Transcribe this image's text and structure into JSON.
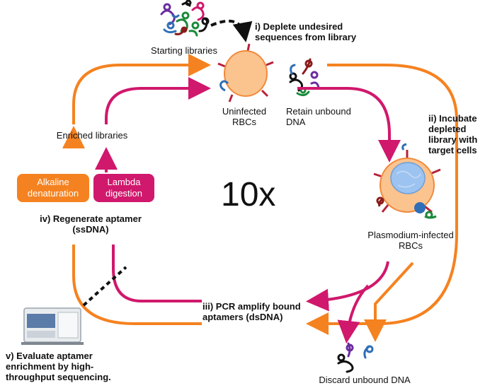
{
  "colors": {
    "orange": "#F58220",
    "magenta": "#D0186C",
    "cell_fill": "#FBC38E",
    "cell_outline": "#F08A3C",
    "nucleus": "#9DC3F0"
  },
  "labels": {
    "starting_libraries": "Starting libraries",
    "step_i_line1": "i) Deplete undesired",
    "step_i_line2": "sequences from  library",
    "uninfected_line1": "Uninfected",
    "uninfected_line2": "RBCs",
    "retain_line1": "Retain unbound",
    "retain_line2": "DNA",
    "step_ii_line1": "ii) Incubate",
    "step_ii_line2": "depleted",
    "step_ii_line3": "library with",
    "step_ii_line4": "target cells",
    "infected_line1": "Plasmodium-infected",
    "infected_line2": "RBCs",
    "enriched": "Enriched libraries",
    "cycles": "10x",
    "step_iii_line1": "iii) PCR amplify bound",
    "step_iii_line2": "aptamers  (dsDNA)",
    "step_iv_line1": "iv) Regenerate aptamer",
    "step_iv_line2": "(ssDNA)",
    "step_v_line1": "v) Evaluate aptamer",
    "step_v_line2": "enrichment by high-",
    "step_v_line3": "throughput sequencing.",
    "discard": "Discard unbound  DNA"
  },
  "boxes": {
    "alkaline_line1": "Alkaline",
    "alkaline_line2": "denaturation",
    "lambda_line1": "Lambda",
    "lambda_line2": "digestion"
  },
  "icons": [
    "dna-aptamer-icon",
    "rbc-cell-icon",
    "sequencer-icon"
  ]
}
